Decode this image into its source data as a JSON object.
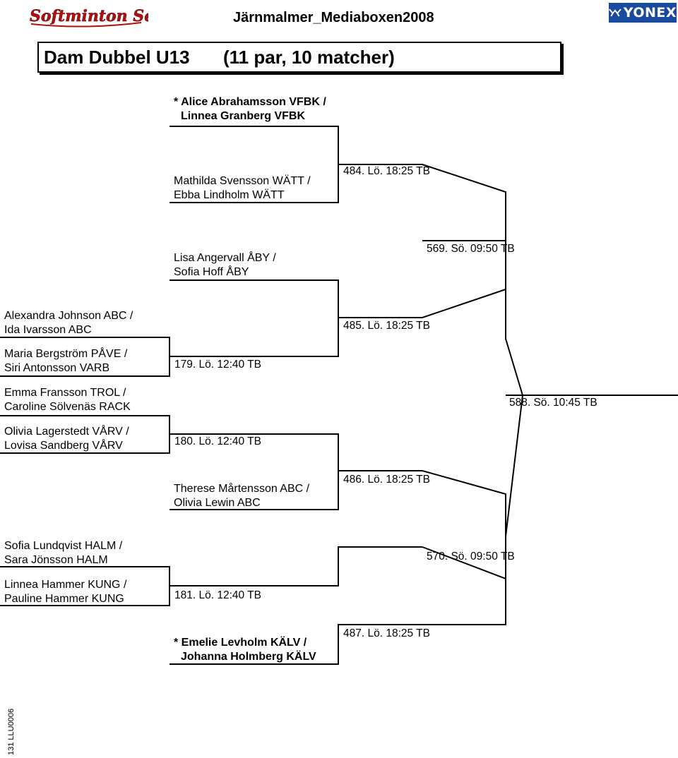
{
  "header": {
    "logo_left": "Softminton Serve",
    "title": "Järnmalmer_Mediaboxen2008",
    "logo_right": "YONEX"
  },
  "event": {
    "name": "Dam Dubbel U13",
    "summary": "(11 par, 10 matcher)"
  },
  "players": {
    "p1": [
      "* Alice Abrahamsson VFBK /",
      "Linnea Granberg VFBK"
    ],
    "p2": [
      "Mathilda Svensson WÄTT /",
      "Ebba Lindholm WÄTT"
    ],
    "p3": [
      "Lisa Angervall ÅBY /",
      "Sofia Hoff ÅBY"
    ],
    "p4": [
      "Alexandra Johnson ABC /",
      "Ida Ivarsson ABC"
    ],
    "p5": [
      "Maria Bergström PÅVE /",
      "Siri Antonsson VARB"
    ],
    "p6": [
      "Emma Fransson TROL /",
      "Caroline Sölvenäs RACK"
    ],
    "p7": [
      "Olivia Lagerstedt VÅRV /",
      "Lovisa Sandberg VÅRV"
    ],
    "p8": [
      "Therese Mårtensson ABC /",
      "Olivia Lewin ABC"
    ],
    "p9": [
      "Sofia Lundqvist HALM /",
      "Sara Jönsson HALM"
    ],
    "p10": [
      "Linnea Hammer KUNG /",
      "Pauline Hammer KUNG"
    ],
    "p11": [
      "* Emelie Levholm KÄLV /",
      "Johanna Holmberg KÄLV"
    ]
  },
  "matches": {
    "m484": "484. Lö. 18:25  TB",
    "m569": "569. Sö. 09:50  TB",
    "m485": "485. Lö. 18:25  TB",
    "m179": "179. Lö. 12:40  TB",
    "m588": "588. Sö. 10:45  TB",
    "m180": "180. Lö. 12:40  TB",
    "m486": "486. Lö. 18:25  TB",
    "m570": "570. Sö. 09:50  TB",
    "m181": "181. Lö. 12:40  TB",
    "m487": "487. Lö. 18:25  TB"
  },
  "footer": {
    "code": "131  LLU0006"
  }
}
